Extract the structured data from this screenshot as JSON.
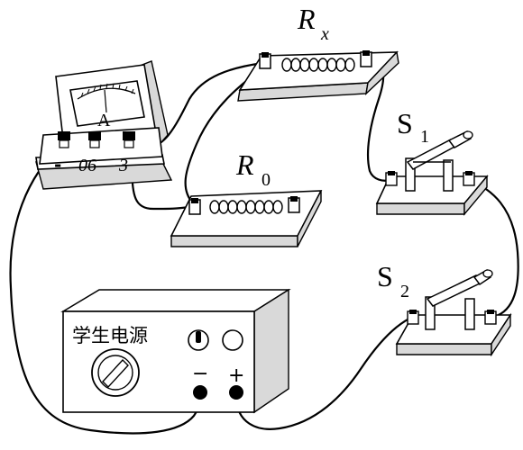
{
  "labels": {
    "rx_main": "R",
    "rx_sub": "x",
    "r0_main": "R",
    "r0_sub": "0",
    "s1_main": "S",
    "s1_sub": "1",
    "s2_main": "S",
    "s2_sub": "2",
    "ammeter_symbol": "A",
    "ammeter_neg": "-",
    "ammeter_06": "06",
    "ammeter_3": "3",
    "power_supply_title": "学生电源",
    "power_minus": "−",
    "power_plus": "+"
  },
  "icons": {
    "ammeter": "ammeter-icon",
    "resistor": "coil-resistor-icon",
    "switch": "knife-switch-icon",
    "power_supply": "power-supply-icon",
    "knob": "dial-knob-icon",
    "toggle": "toggle-switch-icon"
  },
  "colors": {
    "line": "#000000",
    "background": "#ffffff",
    "shading": "#d9d9d9"
  }
}
